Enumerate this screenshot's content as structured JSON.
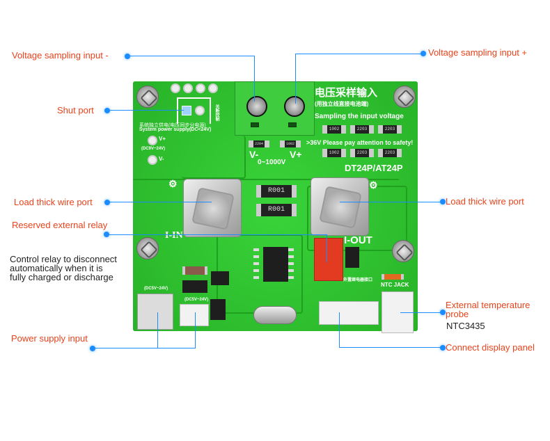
{
  "callouts": {
    "voltage_minus": "Voltage sampling input -",
    "voltage_plus": "Voltage sampling input +",
    "shut_port": "Shut port",
    "load_left": "Load thick wire port",
    "load_right": "Load thick wire port",
    "reserved_relay": "Reserved external relay",
    "relay_note": [
      "Control relay to disconnect",
      "automatically when it is",
      "fully charged or discharge"
    ],
    "ext_temp_probe": [
      "External temperature",
      "probe"
    ],
    "ntc_model": "NTC3435",
    "display_panel": "Connect display panel",
    "power_supply": "Power supply input"
  },
  "board": {
    "title_cn": "电压采样输入",
    "subtitle_cn": "(用独立线直接电池端)",
    "sampling_en": "Sampling the input voltage",
    "safety_warning": ">36V Please pay attention to safety!",
    "model": "DT24P/AT24P",
    "v_minus": "V-",
    "v_plus": "V+",
    "range": "0~1000V",
    "sys_power_cn": "系统独立供电(电压同步分电源)",
    "sys_power_en": "System power supply(DC<24V)",
    "vplus_pad": "V+",
    "vminus_pad": "V-",
    "dc_range": "(DC9V~24V)",
    "dc_range_usb": "(DC5V~24V)",
    "dc_range_jst": "(DC5V~24V)",
    "shunt_top": "R001",
    "shunt_bottom": "R001",
    "i_in": "I-IN",
    "i_out": "I-OUT",
    "relay_cn": "外置继电器接口",
    "ntc_jack": "NTC JACK",
    "resistor_codes": [
      "1002",
      "2203",
      "2203",
      "1002",
      "2203",
      "2203"
    ],
    "divider_codes": [
      "2204",
      "1002"
    ]
  },
  "colors": {
    "callout_text": "#e8431c",
    "leader_line": "#1a8cff",
    "pcb_green": "#2fc12f",
    "relay_red": "#e23b22"
  }
}
